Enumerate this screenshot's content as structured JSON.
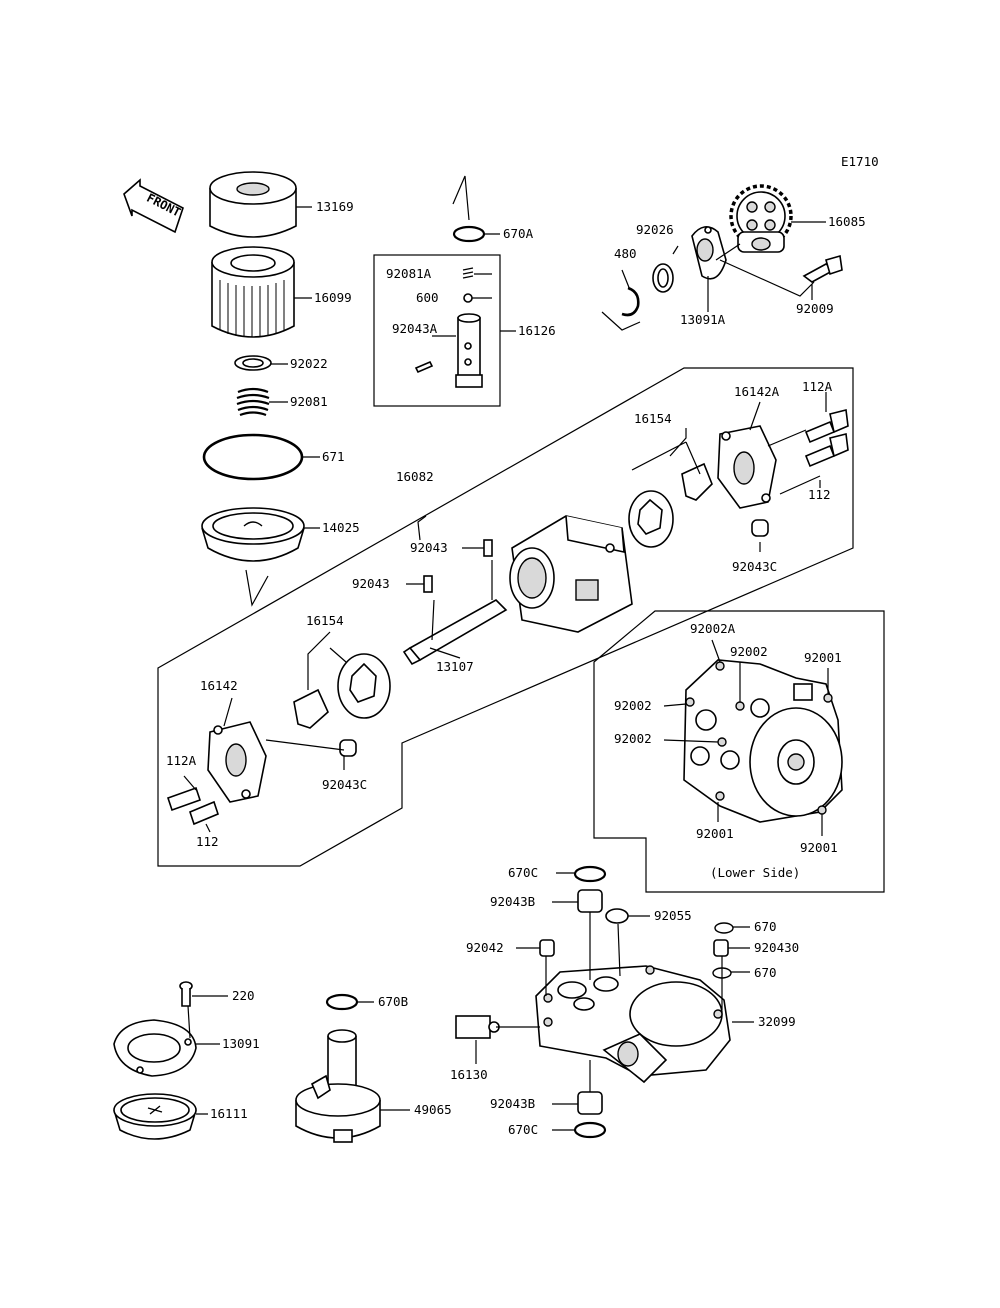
{
  "diagram": {
    "code": "E1710",
    "front_label": "FRONT",
    "lower_side_label": "(Lower Side)",
    "labels": {
      "p13169": "13169",
      "p16099": "16099",
      "p92022": "92022",
      "p92081": "92081",
      "p671": "671",
      "p14025": "14025",
      "p670A": "670A",
      "p92081A": "92081A",
      "p600": "600",
      "p92043A": "92043A",
      "p16126": "16126",
      "p92026": "92026",
      "p480": "480",
      "p13091A": "13091A",
      "p16085": "16085",
      "p92009": "92009",
      "p16142A": "16142A",
      "p112A_top": "112A",
      "p112_top": "112",
      "p16154_top": "16154",
      "p92043C_top": "92043C",
      "p16082": "16082",
      "p92043_a": "92043",
      "p92043_b": "92043",
      "p13107": "13107",
      "p16154_bot": "16154",
      "p16142": "16142",
      "p112A_bot": "112A",
      "p112_bot": "112",
      "p92043C_bot": "92043C",
      "p92002A": "92002A",
      "p92002_a": "92002",
      "p92001_a": "92001",
      "p92002_b": "92002",
      "p92002_c": "92002",
      "p92001_b": "92001",
      "p92001_c": "92001",
      "p670C_top": "670C",
      "p92043B_top": "92043B",
      "p92055": "92055",
      "p670_a": "670",
      "p92043D": "920430",
      "p670_b": "670",
      "p92042": "92042",
      "p32099": "32099",
      "p16130": "16130",
      "p92043B_bot": "92043B",
      "p670C_bot": "670C",
      "p220": "220",
      "p13091": "13091",
      "p16111": "16111",
      "p670B": "670B",
      "p49065": "49065"
    }
  }
}
